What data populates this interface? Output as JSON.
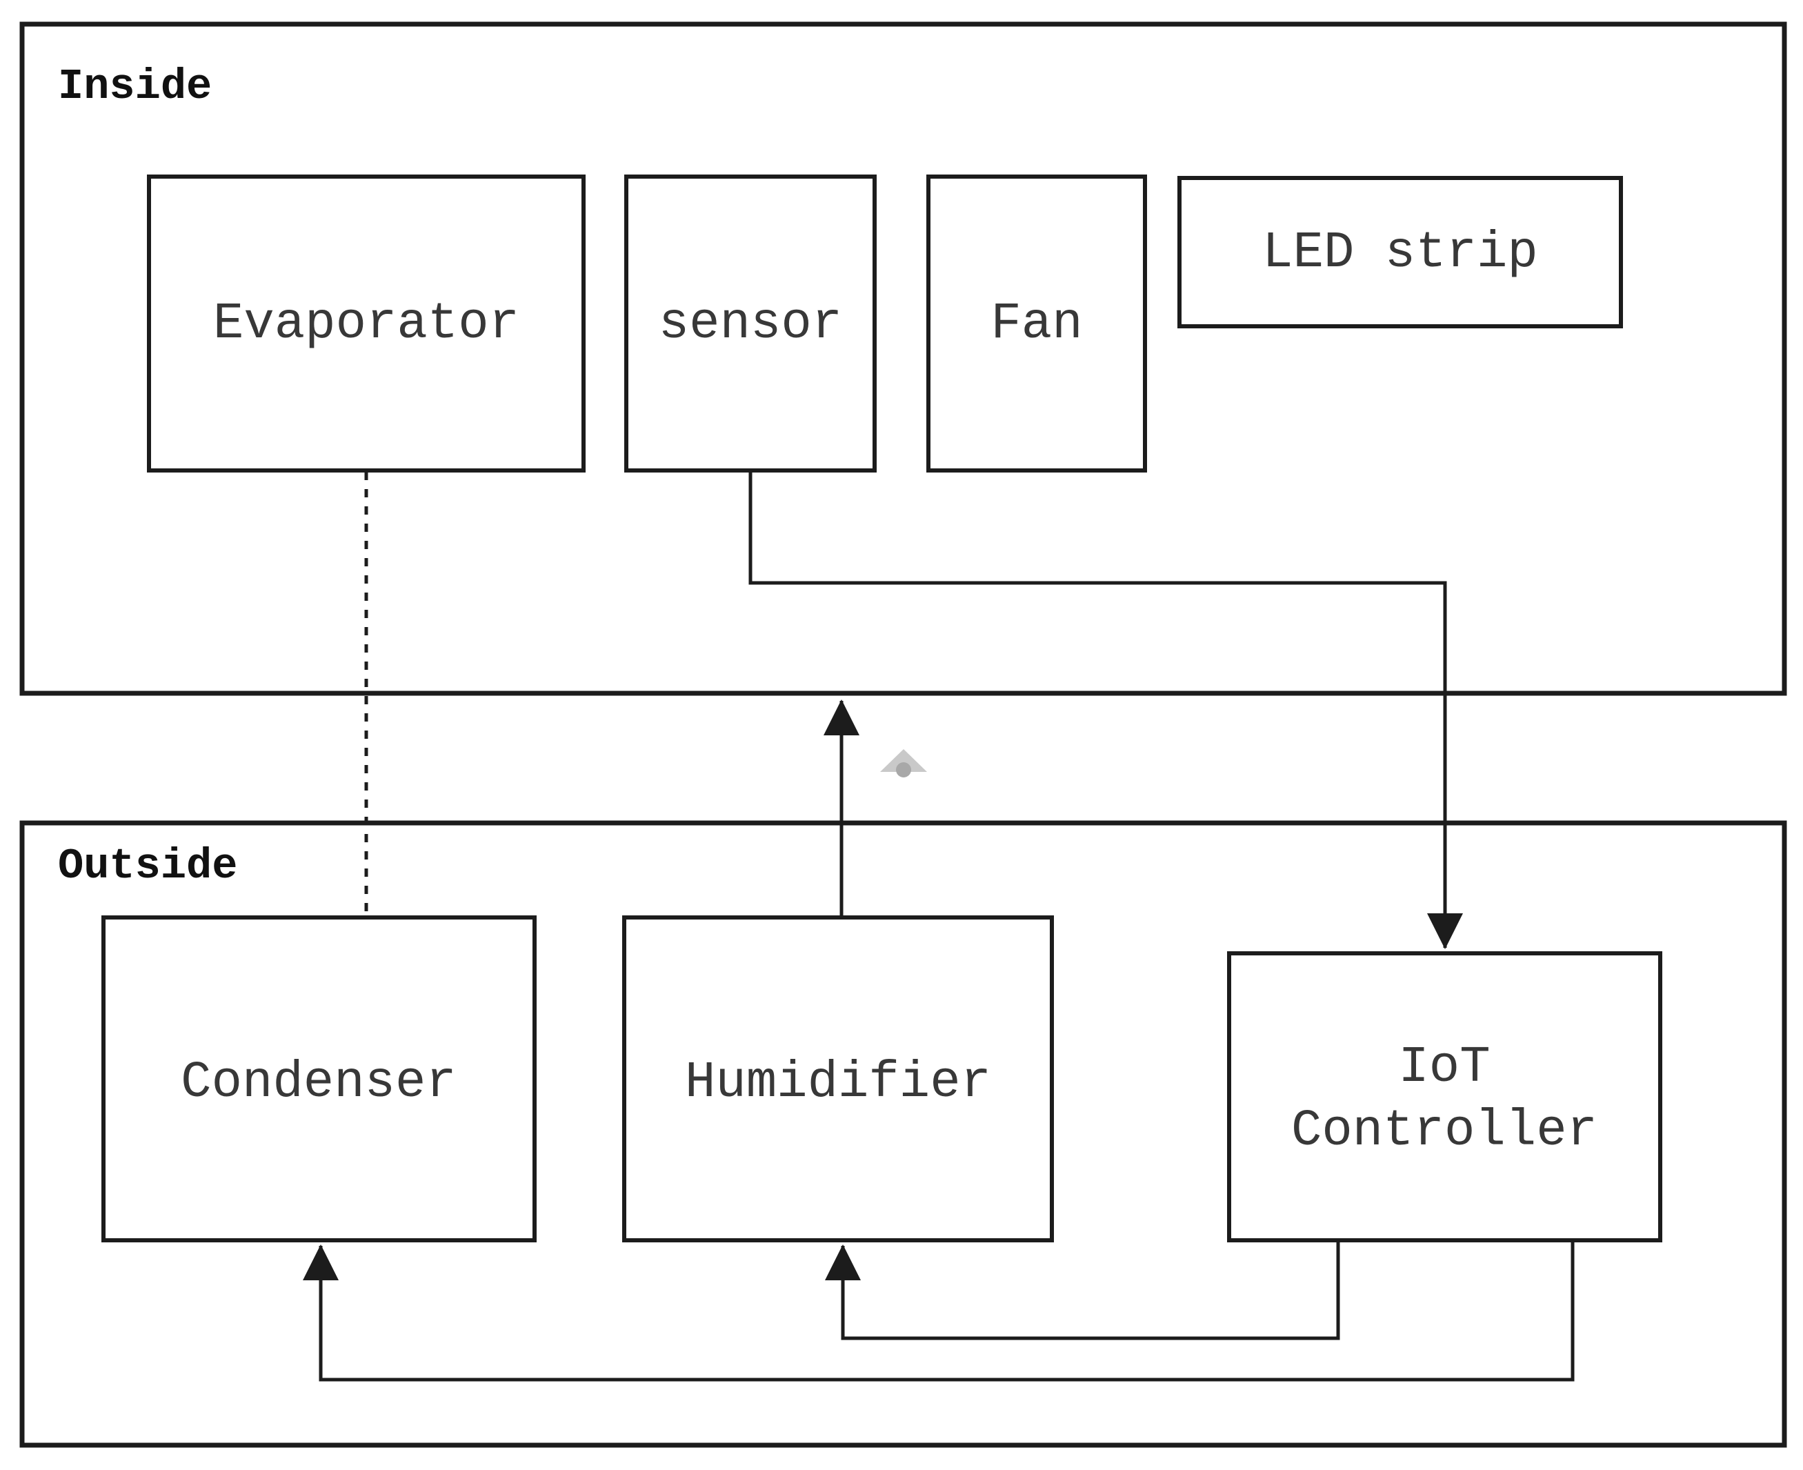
{
  "colors": {
    "line": "#1c1c1c",
    "box_fill": "#ffffff",
    "title_text": "#111111",
    "label_text": "#383838",
    "hint_triangle": "#c9c9c9",
    "hint_dot": "#a8a8a8"
  },
  "diagram": {
    "type": "block-diagram",
    "containers": {
      "inside": {
        "label": "Inside"
      },
      "outside": {
        "label": "Outside"
      }
    },
    "components": {
      "evaporator": {
        "label": "Evaporator",
        "zone": "Inside"
      },
      "sensor": {
        "label": "sensor",
        "zone": "Inside"
      },
      "fan": {
        "label": "Fan",
        "zone": "Inside"
      },
      "led_strip": {
        "label": "LED strip",
        "zone": "Inside"
      },
      "condenser": {
        "label": "Condenser",
        "zone": "Outside"
      },
      "humidifier": {
        "label": "Humidifier",
        "zone": "Outside"
      },
      "iot_controller": {
        "label_line1": "IoT",
        "label_line2": "Controller",
        "zone": "Outside"
      }
    },
    "connections": [
      {
        "from": "evaporator",
        "to": "condenser",
        "style": "dashed",
        "arrow": "none"
      },
      {
        "from": "sensor",
        "to": "iot_controller",
        "style": "solid",
        "arrow": "end"
      },
      {
        "from": "humidifier",
        "to": "inside",
        "style": "solid",
        "arrow": "end"
      },
      {
        "from": "iot_controller",
        "to": "humidifier",
        "style": "solid",
        "arrow": "end"
      },
      {
        "from": "iot_controller",
        "to": "condenser",
        "style": "solid",
        "arrow": "end"
      }
    ]
  }
}
